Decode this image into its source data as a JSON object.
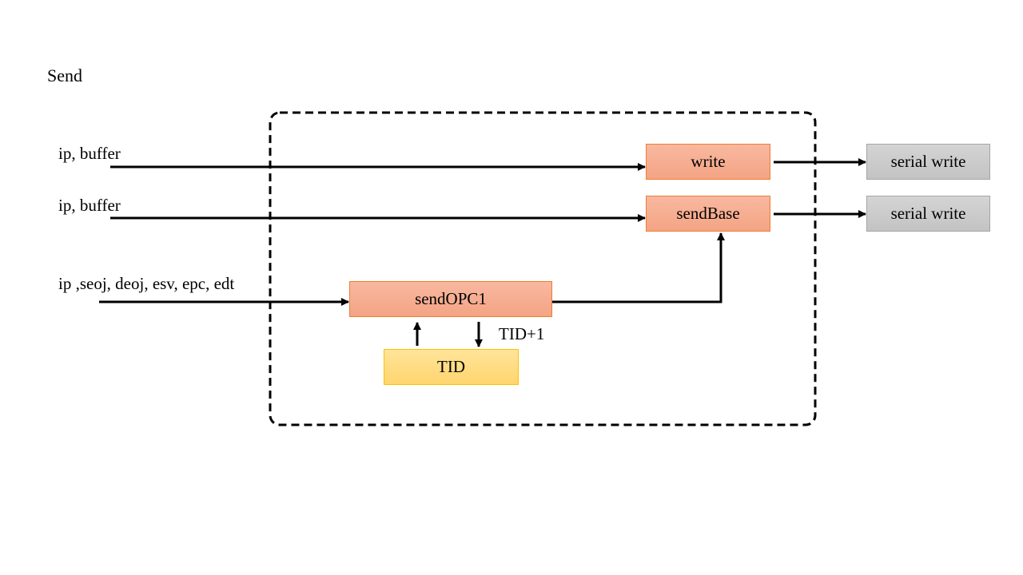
{
  "title": "Send",
  "inputs": {
    "row1": "ip, buffer",
    "row2": "ip, buffer",
    "row3": "ip ,seoj, deoj, esv, epc, edt"
  },
  "nodes": {
    "write": "write",
    "send_base": "sendBase",
    "send_opc1": "sendOPC1",
    "tid": "TID",
    "serial_write_1": "serial write",
    "serial_write_2": "serial write"
  },
  "edge_labels": {
    "tid_increment": "TID+1"
  },
  "colors": {
    "function_fill": "#f4a484",
    "function_border": "#ed7d31",
    "tid_fill": "#ffd56e",
    "tid_border": "#ffc000",
    "serial_fill": "#c3c3c3",
    "serial_border": "#a5a5a5",
    "stroke": "#000000"
  }
}
